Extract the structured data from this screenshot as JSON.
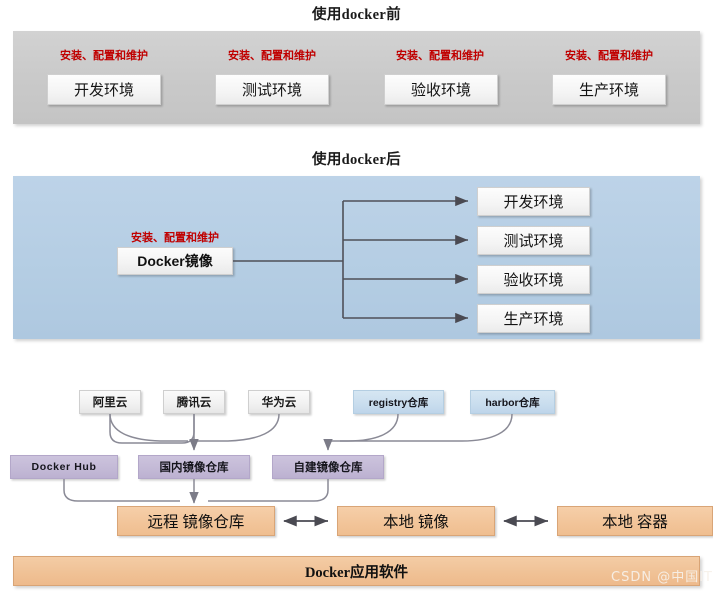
{
  "section1": {
    "title": "使用docker前",
    "red_label": "安装、配置和维护",
    "items": [
      {
        "label": "开发环境"
      },
      {
        "label": "测试环境"
      },
      {
        "label": "验收环境"
      },
      {
        "label": "生产环境"
      }
    ],
    "panel_color": "#c9c9c9",
    "label_color": "#c00000"
  },
  "section2": {
    "title": "使用docker后",
    "red_label": "安装、配置和维护",
    "source": "Docker镜像",
    "targets": [
      {
        "label": "开发环境"
      },
      {
        "label": "测试环境"
      },
      {
        "label": "验收环境"
      },
      {
        "label": "生产环境"
      }
    ],
    "panel_color": "#b4cde3"
  },
  "section3": {
    "cloud_sources": [
      {
        "label": "阿里云"
      },
      {
        "label": "腾讯云"
      },
      {
        "label": "华为云"
      }
    ],
    "self_sources": [
      {
        "label": "registry仓库"
      },
      {
        "label": "harbor仓库"
      }
    ],
    "registries": [
      {
        "label": "Docker Hub"
      },
      {
        "label": "国内镜像仓库"
      },
      {
        "label": "自建镜像仓库"
      }
    ],
    "pipeline": [
      {
        "label": "远程 镜像仓库"
      },
      {
        "label": "本地 镜像"
      },
      {
        "label": "本地 容器"
      }
    ],
    "footer_bar": "Docker应用软件",
    "accent_orange": "#f2c59a",
    "accent_purple": "#c3b9d6",
    "accent_blue": "#c9ddee"
  },
  "watermark": "CSDN @中国IT"
}
